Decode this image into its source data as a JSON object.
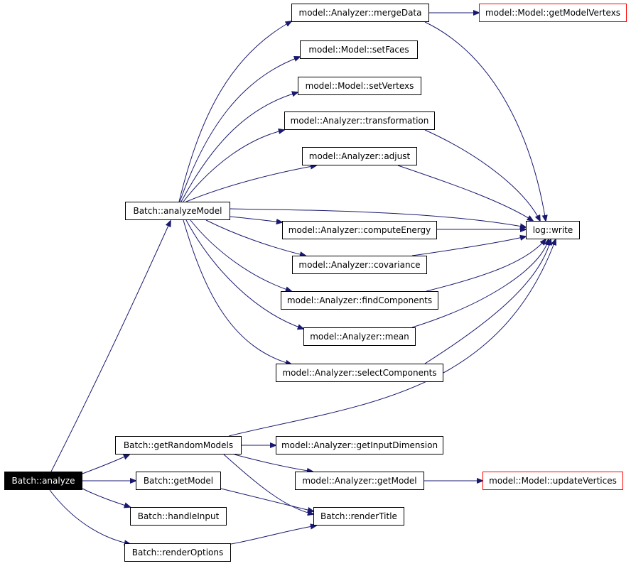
{
  "colors": {
    "edge": "#191970",
    "node_border": "#000000",
    "external_border": "#ff0000",
    "root_fill": "#000000",
    "root_text": "#ffffff"
  },
  "nodes": {
    "analyze": "Batch::analyze",
    "analyzeModel": "Batch::analyzeModel",
    "mergeData": "model::Analyzer::mergeData",
    "getModelVertexs": "model::Model::getModelVertexs",
    "setFaces": "model::Model::setFaces",
    "setVertexs": "model::Model::setVertexs",
    "transformation": "model::Analyzer::transformation",
    "adjust": "model::Analyzer::adjust",
    "logWrite": "log::write",
    "computeEnergy": "model::Analyzer::computeEnergy",
    "covariance": "model::Analyzer::covariance",
    "findComponents": "model::Analyzer::findComponents",
    "mean": "model::Analyzer::mean",
    "selectComponents": "model::Analyzer::selectComponents",
    "getRandomModels": "Batch::getRandomModels",
    "getInputDimension": "model::Analyzer::getInputDimension",
    "analyzerGetModel": "model::Analyzer::getModel",
    "updateVertices": "model::Model::updateVertices",
    "getModel": "Batch::getModel",
    "handleInput": "Batch::handleInput",
    "renderTitle": "Batch::renderTitle",
    "renderOptions": "Batch::renderOptions"
  }
}
